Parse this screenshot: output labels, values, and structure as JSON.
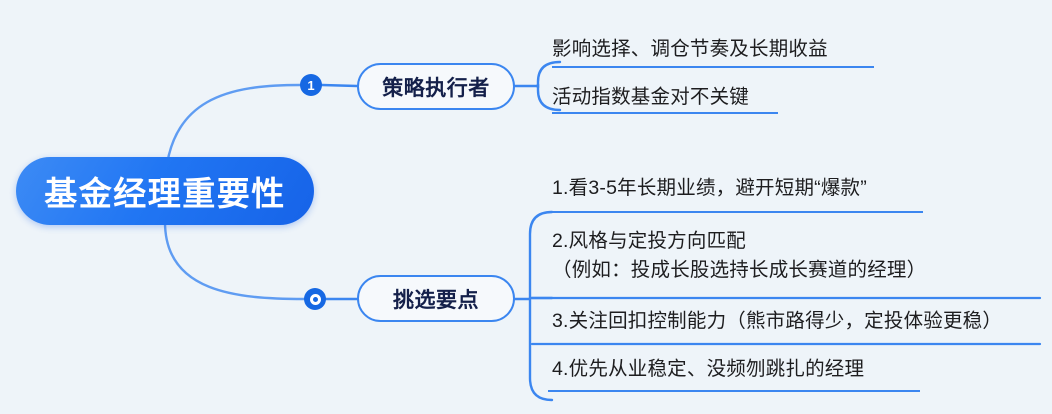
{
  "theme": {
    "background": "#eef4f9",
    "accent": "#3b86f0",
    "root_fill_start": "#3d8bf5",
    "root_fill_end": "#1663e8",
    "root_text": "#ffffff",
    "branch_text": "#14204a",
    "leaf_text": "#1d1d1f",
    "badge_fill": "#1668e3"
  },
  "root": {
    "label": "基金经理重要性"
  },
  "branches": [
    {
      "id": "branch-1",
      "badge": "1",
      "badge_icon": "number-badge-icon",
      "label": "策略执行者",
      "leaves": [
        {
          "lines": [
            "影响选择、调仓节奏及长期收益"
          ]
        },
        {
          "lines": [
            "活动指数基金对不关键"
          ]
        }
      ]
    },
    {
      "id": "branch-2",
      "badge": "",
      "badge_icon": "ring-badge-icon",
      "label": "挑选要点",
      "leaves": [
        {
          "lines": [
            "1.看3-5年长期业绩，避开短期“爆款”"
          ]
        },
        {
          "lines": [
            "2.风格与定投方向匹配",
            "（例如：投成长股选持长成长赛道的经理）"
          ]
        },
        {
          "lines": [
            "3.关注回扣控制能力（熊市路得少，定投体验更稳）"
          ]
        },
        {
          "lines": [
            "4.优先从业稳定、没频刎跳扎的经理"
          ]
        }
      ]
    }
  ]
}
